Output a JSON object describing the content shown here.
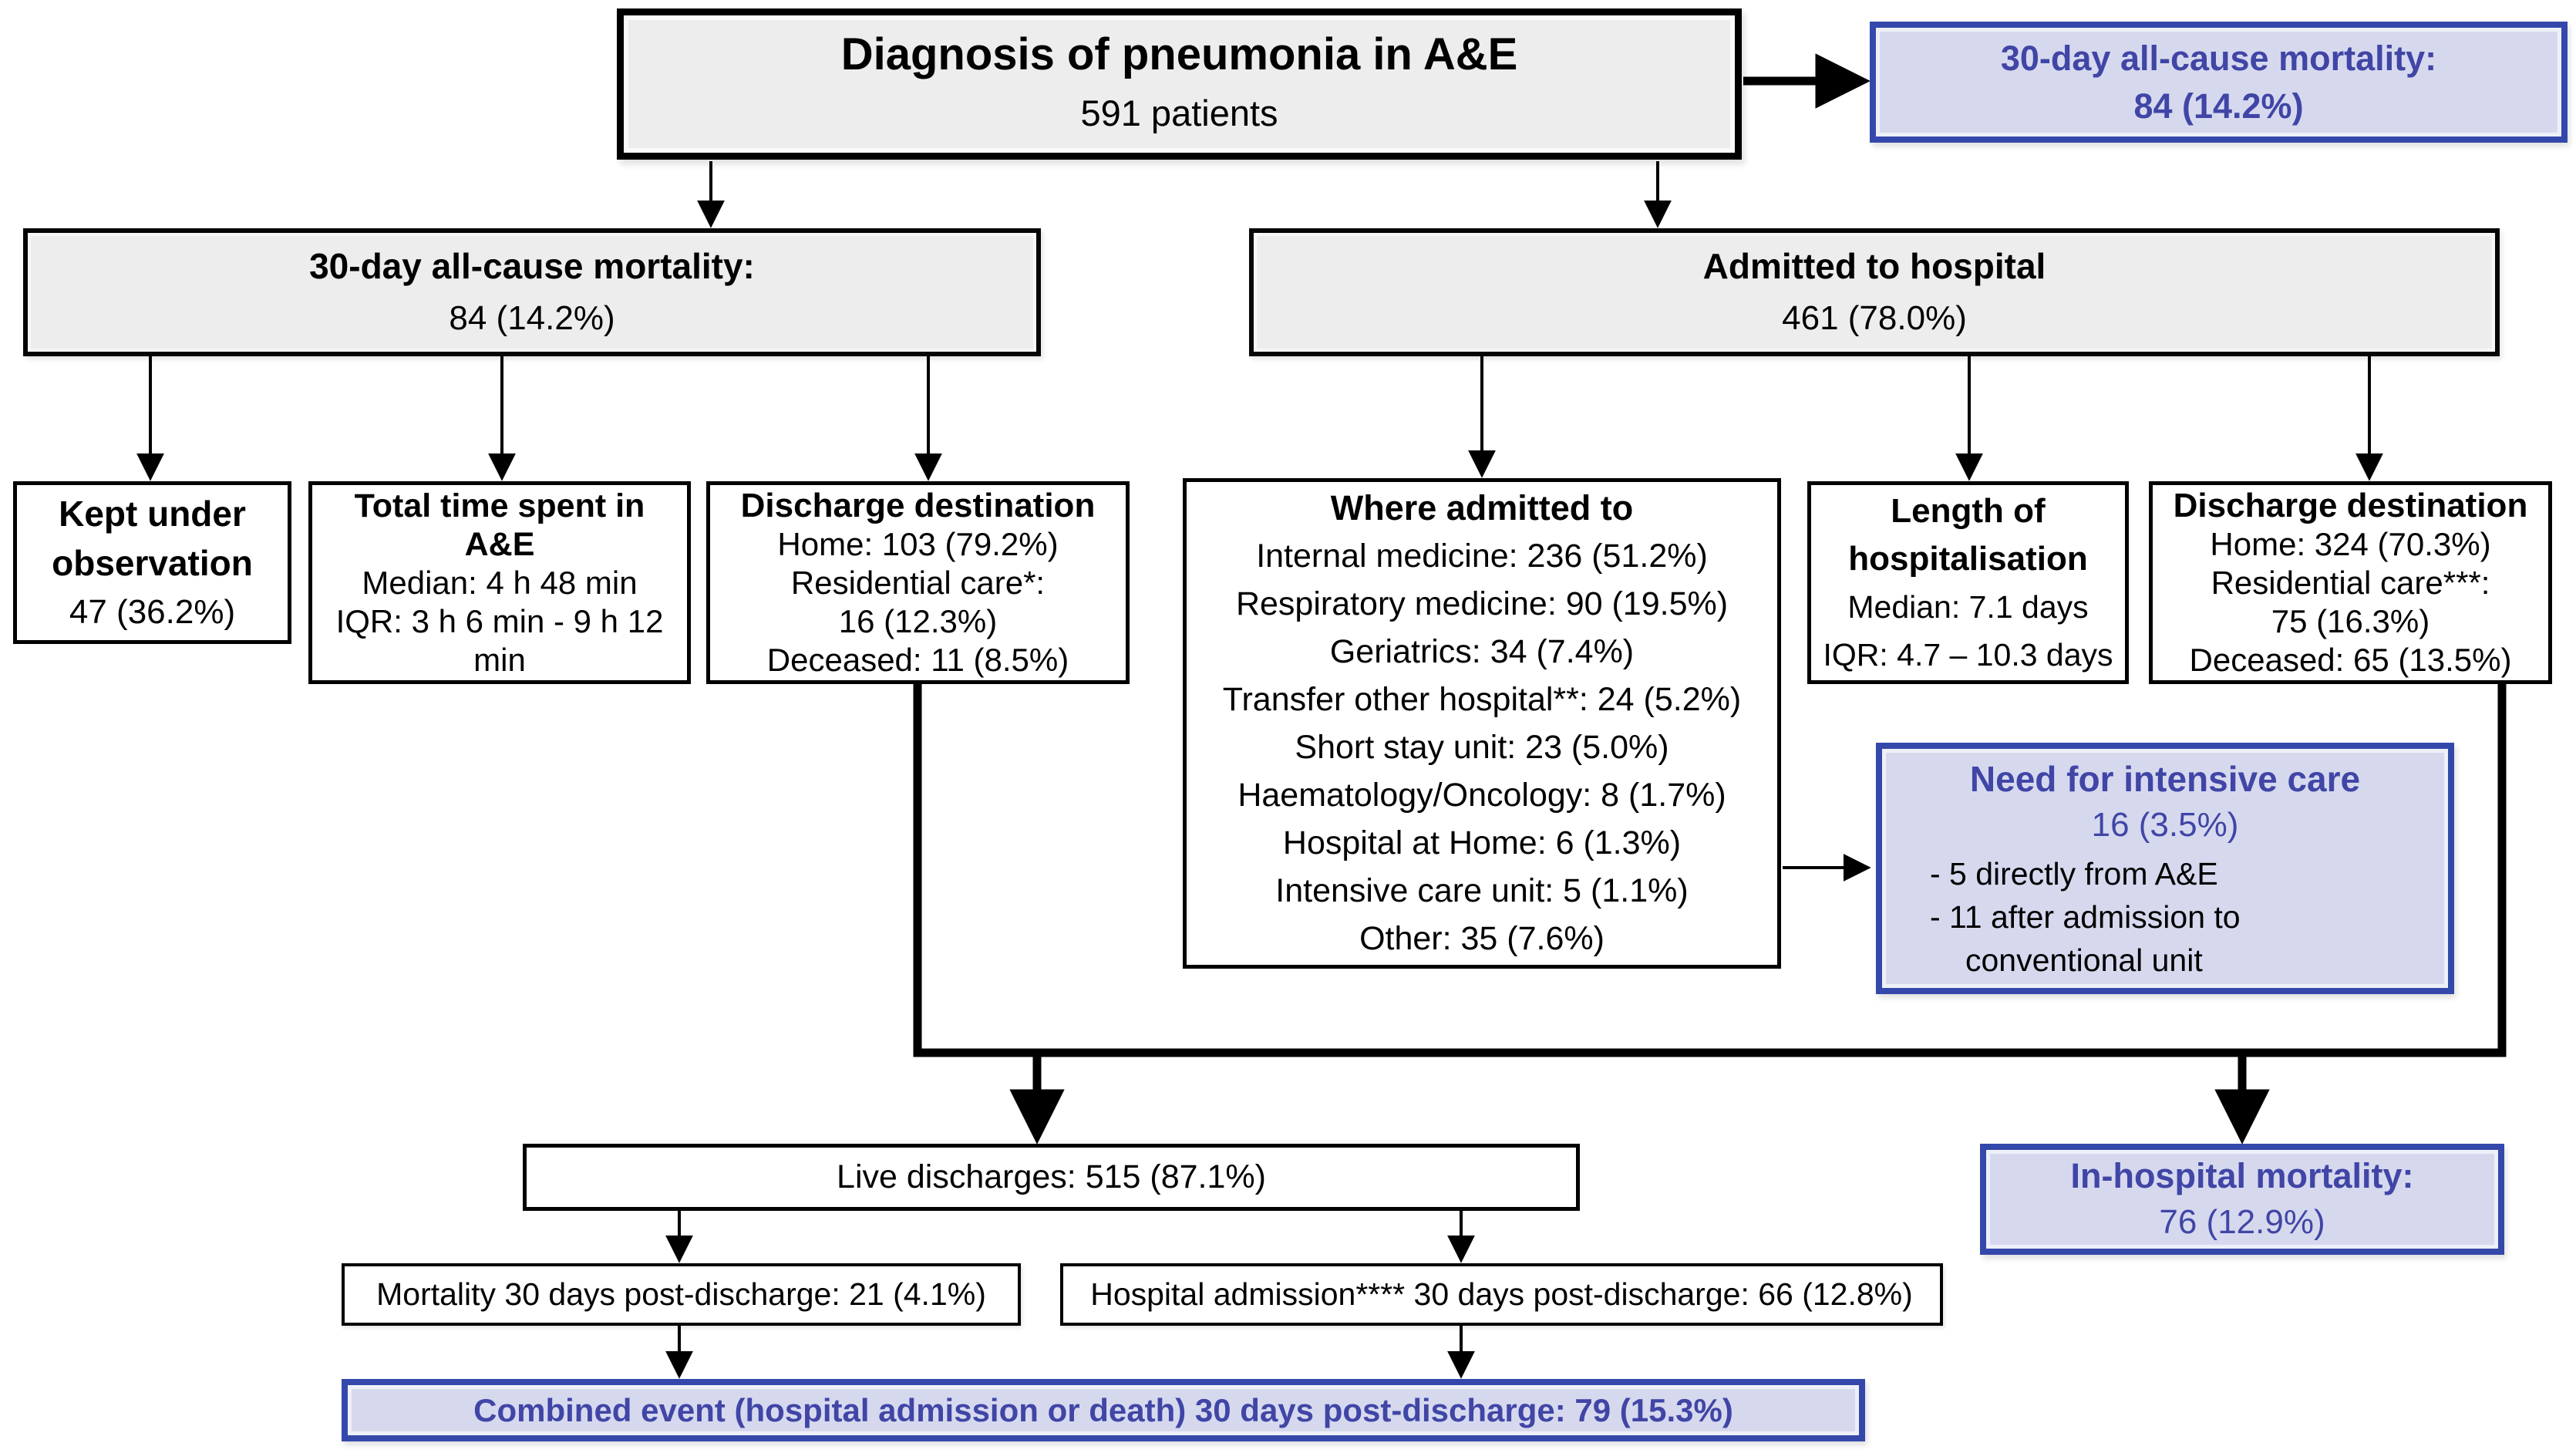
{
  "colors": {
    "accent_blue_border": "#3448ab",
    "blue_text": "#4045a6",
    "blue_fill": "#d6d9ee",
    "gray_fill": "#ededed",
    "line_black": "#000000"
  },
  "boxes": {
    "root": {
      "title": "Diagnosis of pneumonia in A&E",
      "value": "591 patients"
    },
    "mortality_callout": {
      "title": "30-day all-cause mortality:",
      "value": "84 (14.2%)"
    },
    "ae_branch": {
      "title": "30-day all-cause mortality:",
      "value": "84 (14.2%)"
    },
    "admitted": {
      "title": "Admitted to hospital",
      "value": "461 (78.0%)"
    },
    "kept_observation": {
      "title": "Kept under observation",
      "value": "47 (36.2%)"
    },
    "time_in_ae": {
      "title": "Total time spent in A&E",
      "lines": [
        "Median: 4 h 48 min",
        "IQR: 3 h 6 min - 9 h 12 min"
      ]
    },
    "discharge_dest_ae": {
      "title": "Discharge destination",
      "lines": [
        "Home: 103 (79.2%)",
        "Residential care*:",
        "16 (12.3%)",
        "Deceased: 11 (8.5%)"
      ]
    },
    "where_admitted": {
      "title": "Where admitted to",
      "lines": [
        "Internal medicine: 236 (51.2%)",
        "Respiratory medicine: 90 (19.5%)",
        "Geriatrics: 34 (7.4%)",
        "Transfer other hospital**: 24 (5.2%)",
        "Short stay unit: 23 (5.0%)",
        "Haematology/Oncology: 8 (1.7%)",
        "Hospital at Home: 6 (1.3%)",
        "Intensive care unit: 5 (1.1%)",
        "Other: 35 (7.6%)"
      ]
    },
    "length_hosp": {
      "title": "Length of hospitalisation",
      "lines": [
        "Median: 7.1 days",
        "IQR: 4.7 – 10.3 days"
      ]
    },
    "discharge_dest_hosp": {
      "title": "Discharge destination",
      "lines": [
        "Home: 324 (70.3%)",
        "Residential care***:",
        "75 (16.3%)",
        "Deceased: 65 (13.5%)"
      ]
    },
    "icu_need": {
      "title": "Need for intensive care",
      "value": "16 (3.5%)",
      "bullets": [
        "- 5 directly from A&E",
        "- 11 after admission to conventional unit"
      ]
    },
    "live_discharges": {
      "label": "Live discharges: 515 (87.1%)"
    },
    "mortality_post": {
      "label": "Mortality 30 days post-discharge: 21 (4.1%)"
    },
    "admission_post": {
      "label": "Hospital admission**** 30 days post-discharge: 66 (12.8%)"
    },
    "combined_event": {
      "label": "Combined event (hospital admission or death) 30 days post-discharge: 79 (15.3%)"
    },
    "inhospital_mortality": {
      "title": "In-hospital mortality:",
      "value": "76 (12.9%)"
    }
  }
}
